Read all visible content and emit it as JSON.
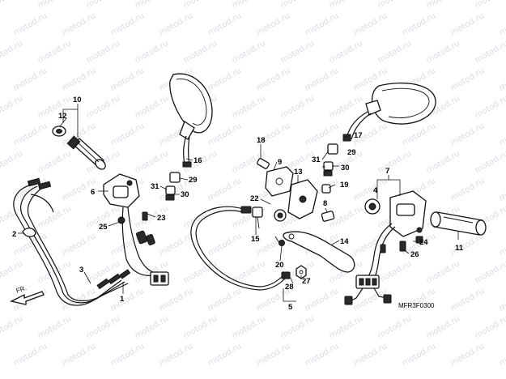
{
  "watermark": "motod.ru",
  "diagram_code": "MFR3F0300",
  "front_marker": "FR.",
  "callouts": {
    "n1": "1",
    "n2": "2",
    "n3": "3",
    "n4": "4",
    "n5": "5",
    "n6": "6",
    "n7": "7",
    "n8": "8",
    "n9": "9",
    "n10": "10",
    "n11": "11",
    "n12": "12",
    "n13": "13",
    "n14": "14",
    "n15": "15",
    "n16a": "16",
    "n17": "17",
    "n18": "18",
    "n19": "19",
    "n20": "20",
    "n22": "22",
    "n23": "23",
    "n24": "24",
    "n25": "25",
    "n26": "26",
    "n27": "27",
    "n28": "28",
    "n29a": "29",
    "n29b": "29",
    "n30a": "30",
    "n30b": "30",
    "n31a": "31",
    "n31b": "31"
  }
}
